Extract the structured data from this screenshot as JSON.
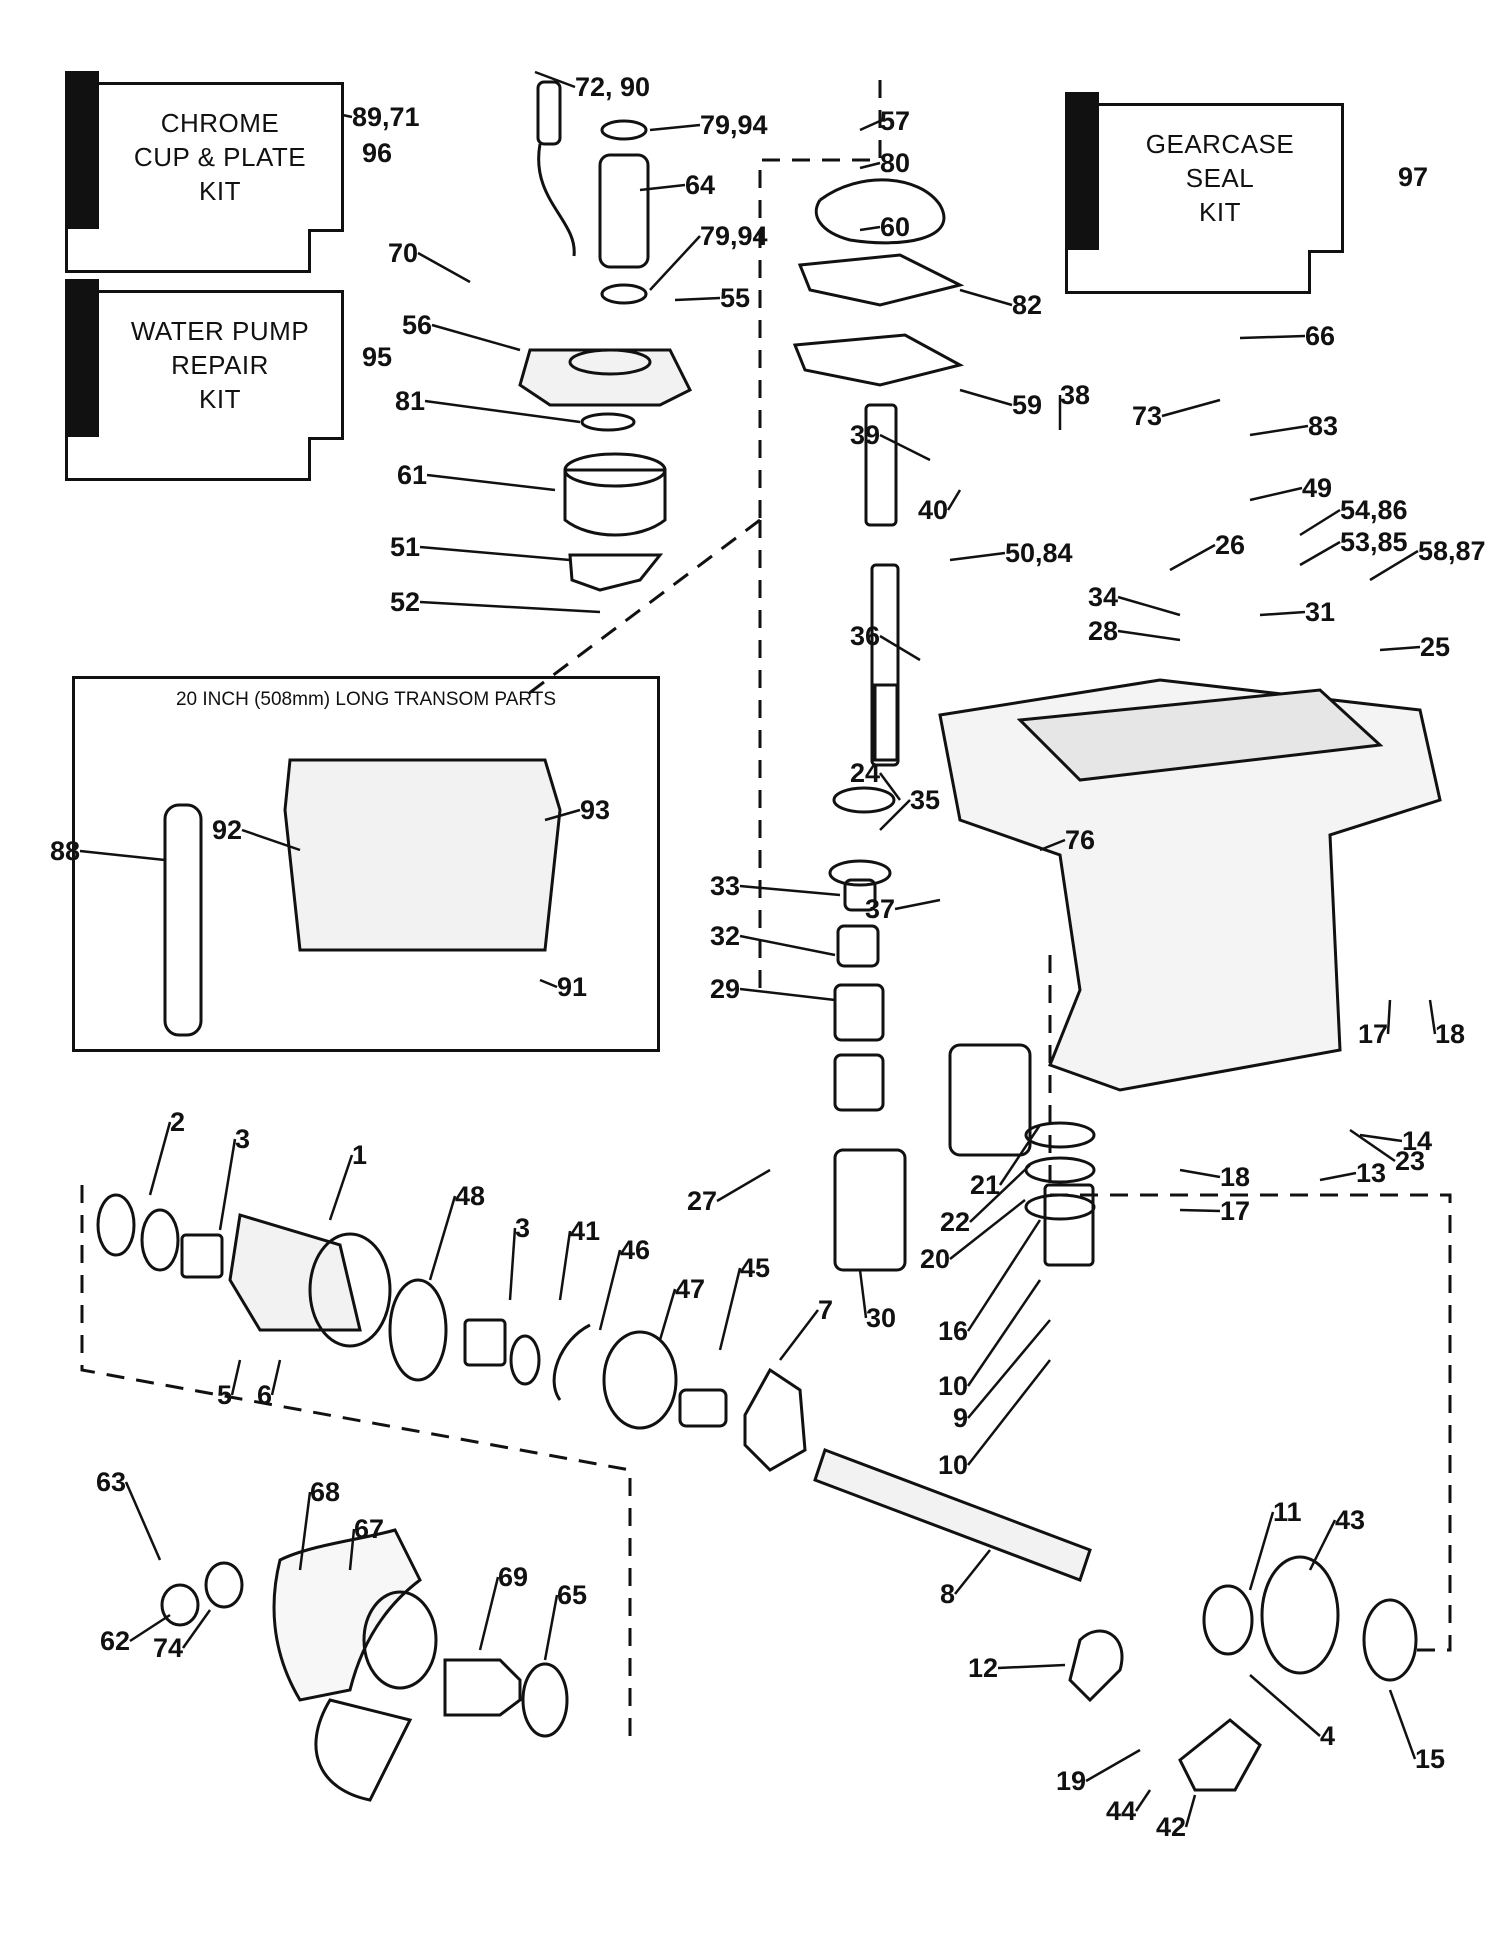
{
  "kits": {
    "chrome_cup": {
      "text": "CHROME\nCUP & PLATE\nKIT",
      "ref": "96"
    },
    "water_pump": {
      "text": "WATER PUMP\nREPAIR\nKIT",
      "ref": "95"
    },
    "gearcase_seal": {
      "text": "GEARCASE\nSEAL\nKIT",
      "ref": "97"
    }
  },
  "inset": {
    "title": "20 INCH (508mm) LONG TRANSOM PARTS"
  },
  "callouts": [
    "72, 90",
    "89,71",
    "79,94",
    "57",
    "80",
    "64",
    "60",
    "79,94",
    "70",
    "55",
    "82",
    "56",
    "59",
    "81",
    "61",
    "51",
    "52",
    "39",
    "40",
    "38",
    "50,84",
    "36",
    "66",
    "73",
    "83",
    "49",
    "54,86",
    "26",
    "53,85",
    "58,87",
    "31",
    "34",
    "28",
    "25",
    "24",
    "35",
    "76",
    "37",
    "33",
    "32",
    "29",
    "88",
    "92",
    "93",
    "91",
    "17",
    "18",
    "14",
    "13",
    "23",
    "18",
    "17",
    "30",
    "27",
    "2",
    "3",
    "1",
    "48",
    "3",
    "41",
    "46",
    "47",
    "45",
    "7",
    "21",
    "22",
    "20",
    "16",
    "10",
    "9",
    "10",
    "5",
    "6",
    "63",
    "68",
    "67",
    "69",
    "65",
    "62",
    "74",
    "8",
    "11",
    "43",
    "12",
    "4",
    "19",
    "44",
    "42",
    "15"
  ]
}
